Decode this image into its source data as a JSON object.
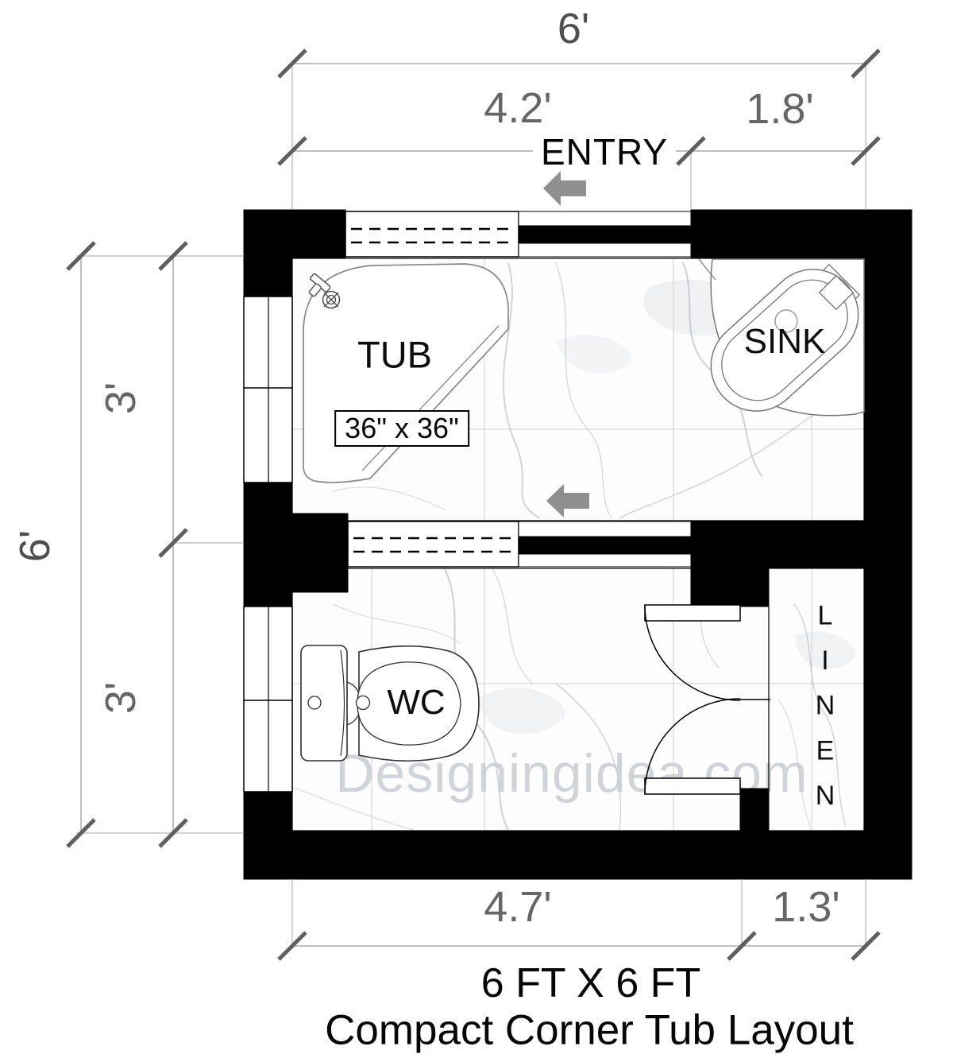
{
  "meta": {
    "kind": "bathroom-floor-plan"
  },
  "title": {
    "line1": "6 FT X 6 FT",
    "line2": "Compact Corner Tub Layout"
  },
  "dimensions": {
    "top_total": "6'",
    "top_left_segment": "4.2'",
    "top_right_segment": "1.8'",
    "left_total": "6'",
    "left_top_segment": "3'",
    "left_bottom_segment": "3'",
    "bottom_left_segment": "4.7'",
    "bottom_right_segment": "1.3'"
  },
  "labels": {
    "entry": "ENTRY",
    "tub": "TUB",
    "tub_size": "36\" x 36\"",
    "sink": "SINK",
    "toilet": "WC",
    "linen": "LINEN"
  },
  "watermark": "Designingidea.com",
  "icons": {
    "entry_arrow": "left-arrow-icon",
    "flow_arrow": "left-arrow-icon"
  },
  "colors": {
    "wall": "#000000",
    "floor": "#fdfdfe",
    "tile_line": "#c9c9c9",
    "vein": "#b4bac2",
    "dimension_line": "#9a9a9a",
    "tick": "#5f5f5f",
    "dimension_text": "#666666",
    "arrow": "#8f8f8f",
    "fixture_outline": "#6e6e6e",
    "watermark": "#c6cad0"
  }
}
